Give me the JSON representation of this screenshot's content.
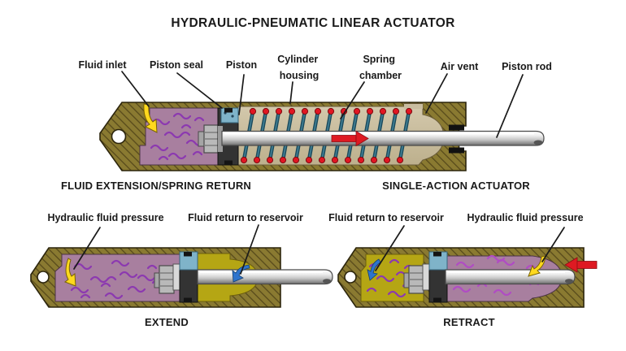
{
  "title": "HYDRAULIC-PNEUMATIC LINEAR ACTUATOR",
  "top_diagram": {
    "caption_left": "FLUID EXTENSION/SPRING RETURN",
    "caption_right": "SINGLE-ACTION ACTUATOR",
    "part_labels": {
      "fluid_inlet": "Fluid inlet",
      "piston_seal": "Piston seal",
      "piston": "Piston",
      "cylinder_housing_line1": "Cylinder",
      "cylinder_housing_line2": "housing",
      "spring_chamber_line1": "Spring",
      "spring_chamber_line2": "chamber",
      "air_vent": "Air vent",
      "piston_rod": "Piston rod"
    }
  },
  "extend_diagram": {
    "caption": "EXTEND",
    "label_left": "Hydraulic fluid pressure",
    "label_right": "Fluid return to reservoir"
  },
  "retract_diagram": {
    "caption": "RETRACT",
    "label_left": "Fluid return to reservoir",
    "label_right": "Hydraulic fluid pressure"
  },
  "colors": {
    "background": "#ffffff",
    "text": "#1a1a1a",
    "housing_olive": "#8a7a31",
    "housing_hatch": "#574a1b",
    "hydraulic_fluid_purple": "#a87f9f",
    "fluid_squiggle_purple": "#8c39b0",
    "spring_chamber_tan": "#c9bda0",
    "return_fluid_yellow": "#b5a614",
    "spring_coil_teal": "#255d70",
    "spring_end_red": "#e11622",
    "rod_silver": "#d9d9d9",
    "piston_seal_blue": "#7fb3c9",
    "flow_arrow_yellow": "#ffd91e",
    "flow_arrow_blue": "#2f74cc",
    "motion_arrow_red": "#de1a22"
  }
}
